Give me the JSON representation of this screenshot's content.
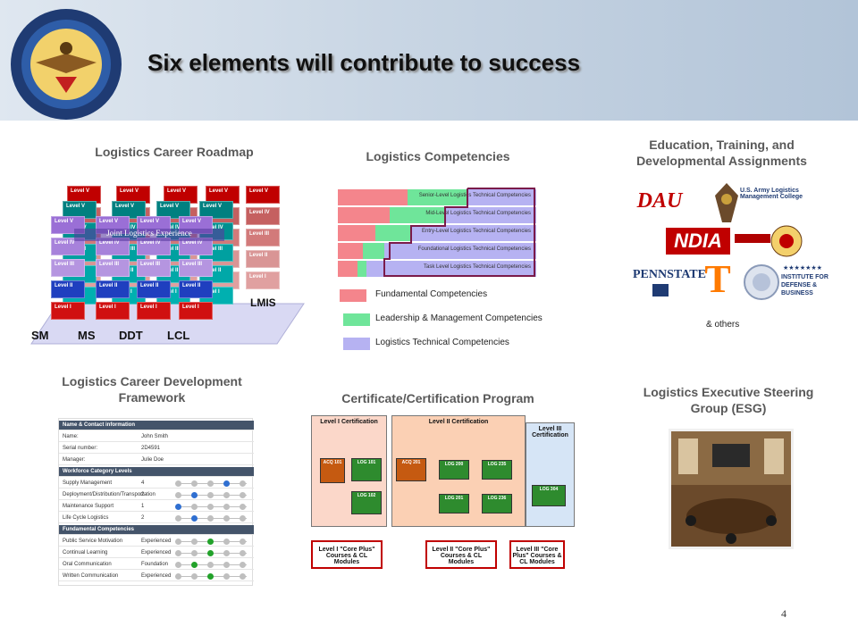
{
  "header": {
    "title": "Six elements will contribute to success"
  },
  "sections": {
    "roadmap": "Logistics Career Roadmap",
    "competencies": "Logistics Competencies",
    "education": "Education, Training, and Developmental Assignments",
    "framework": "Logistics Career Development Framework",
    "certificate": "Certificate/Certification Program",
    "esg": "Logistics Executive Steering Group (ESG)"
  },
  "roadmap": {
    "columns": [
      "SM",
      "MS",
      "DDT",
      "LCL"
    ],
    "lmis": "LMIS",
    "levels": [
      "Level V",
      "Level IV",
      "Level III",
      "Level II",
      "Level I"
    ],
    "joint_label": "Joint Logistics Experience"
  },
  "competencies": {
    "steps": [
      "Senior-Level Logistics Technical Competencies",
      "Mid-Level Logistics Technical Competencies",
      "Entry-Level Logistics Technical Competencies",
      "Foundational Logistics Technical Competencies",
      "Task Level Logistics Technical Competencies"
    ],
    "legend": [
      {
        "label": "Fundamental Competencies",
        "color": "#f4858c"
      },
      {
        "label": "Leadership & Management Competencies",
        "color": "#6fe59a"
      },
      {
        "label": "Logistics Technical Competencies",
        "color": "#b6b2f2"
      }
    ]
  },
  "education": {
    "logos": [
      "DAU",
      "U.S. Army Logistics Management College",
      "NDIA",
      "PENNSTATE",
      "T",
      "INSTITUTE FOR DEFENSE & BUSINESS"
    ],
    "others": "& others"
  },
  "framework": {
    "rows": [
      {
        "name": "Name & Contact information",
        "value": "",
        "head": true
      },
      {
        "name": "Name:",
        "value": "John Smith"
      },
      {
        "name": "Serial number:",
        "value": "2D4591"
      },
      {
        "name": "Manager:",
        "value": "Julie Doe"
      },
      {
        "name": "Workforce Category Levels",
        "value": "",
        "head": true
      },
      {
        "name": "Supply Management",
        "value": "4",
        "dot": 3,
        "color": "b"
      },
      {
        "name": "Deployment/Distribution/Transportation",
        "value": "2",
        "dot": 1,
        "color": "b"
      },
      {
        "name": "Maintenance Support",
        "value": "1",
        "dot": 0,
        "color": "b"
      },
      {
        "name": "Life Cycle Logistics",
        "value": "2",
        "dot": 1,
        "color": "b"
      },
      {
        "name": "Fundamental Competencies",
        "value": "",
        "head": true
      },
      {
        "name": "Public Service Motivation",
        "value": "Experienced",
        "dot": 2,
        "color": "g"
      },
      {
        "name": "Continual Learning",
        "value": "Experienced",
        "dot": 2,
        "color": "g"
      },
      {
        "name": "Oral Communication",
        "value": "Foundation",
        "dot": 1,
        "color": "g"
      },
      {
        "name": "Written Communication",
        "value": "Experienced",
        "dot": 2,
        "color": "g"
      }
    ]
  },
  "certificate": {
    "levels": [
      "Level I Certification",
      "Level II Certification",
      "Level III Certification"
    ],
    "cores": [
      "Level I \"Core Plus\" Courses & CL Modules",
      "Level II \"Core Plus\" Courses & CL Modules",
      "Level III \"Core Plus\" Courses & CL Modules"
    ],
    "courses": [
      "ACQ 101",
      "LOG 101",
      "LOG 102",
      "ACQ 201",
      "LOG 200",
      "LOG 201",
      "LOG 235",
      "LOG 236",
      "LOG 304"
    ]
  },
  "page_number": "4"
}
